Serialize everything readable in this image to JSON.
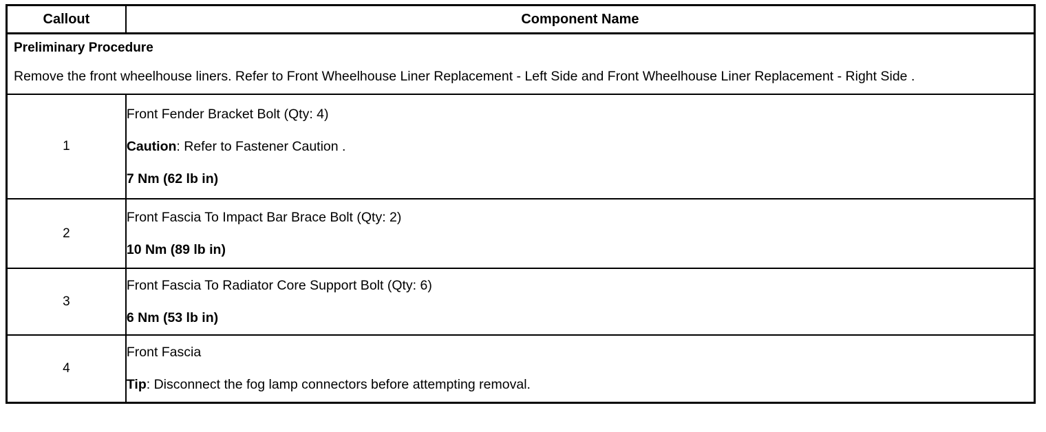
{
  "table": {
    "headers": {
      "callout": "Callout",
      "component_name": "Component Name"
    },
    "preliminary": {
      "title": "Preliminary Procedure",
      "body": "Remove the front wheelhouse liners. Refer to Front Wheelhouse Liner Replacement - Left Side and Front Wheelhouse Liner Replacement - Right Side ."
    },
    "rows": [
      {
        "callout": "1",
        "name": "Front Fender Bracket Bolt (Qty: 4)",
        "note_lead": "Caution",
        "note_text": ": Refer to Fastener Caution .",
        "torque": "7 Nm (62 lb in)"
      },
      {
        "callout": "2",
        "name": "Front Fascia To Impact Bar Brace Bolt (Qty: 2)",
        "torque": "10 Nm (89 lb in)"
      },
      {
        "callout": "3",
        "name": "Front Fascia To Radiator Core Support Bolt (Qty: 6)",
        "torque": "6 Nm (53 lb in)"
      },
      {
        "callout": "4",
        "name": "Front Fascia",
        "note_lead": "Tip",
        "note_text": ": Disconnect the fog lamp connectors before attempting removal."
      }
    ]
  },
  "colors": {
    "border": "#000000",
    "text": "#000000",
    "background": "#ffffff"
  }
}
